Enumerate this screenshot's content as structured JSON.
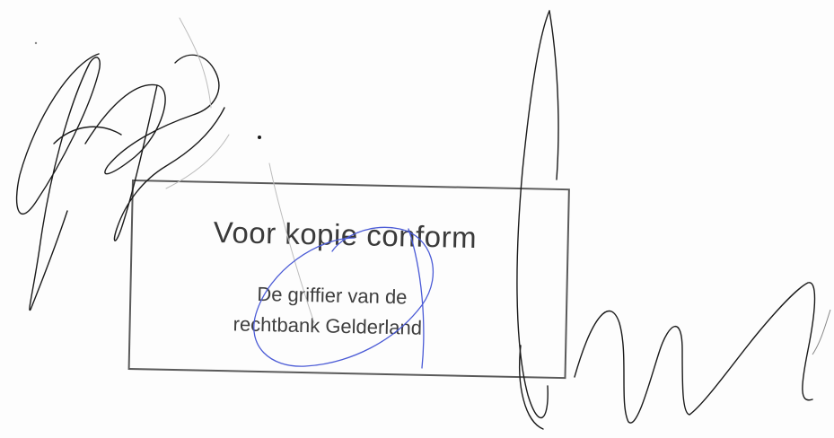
{
  "stamp": {
    "title": "Voor kopie conform",
    "line1": "De griffier van de",
    "line2": "rechtbank Gelderland"
  },
  "colors": {
    "paper": "#fdfdfd",
    "stamp_ink": "#3a3a3a",
    "signature_ink": "#1a1a1a",
    "blue_ink": "#4b5bd6"
  }
}
